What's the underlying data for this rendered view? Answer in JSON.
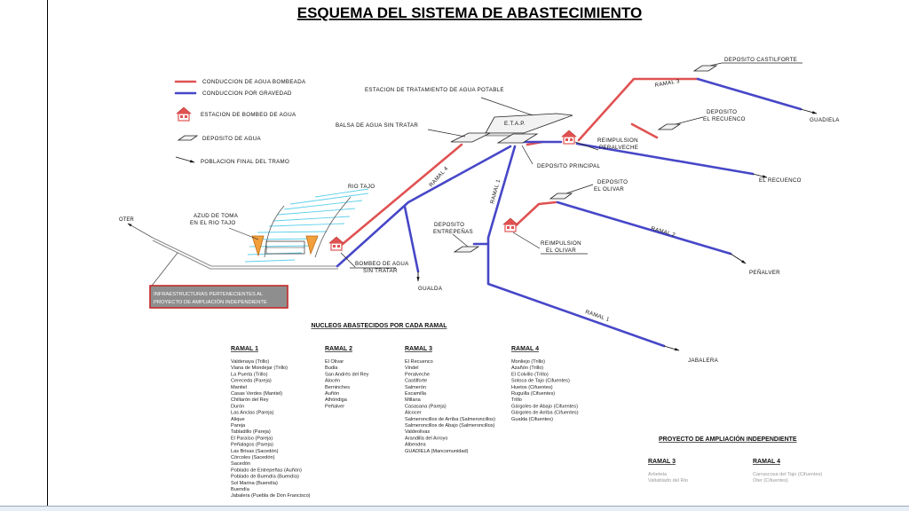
{
  "title": "ESQUEMA DEL SISTEMA DE ABASTECIMIENTO",
  "legend": {
    "pumped": "CONDUCCION DE AGUA BOMBEADA",
    "gravity": "CONDUCCION POR GRAVEDAD",
    "pump_station": "ESTACION DE BOMBEO DE AGUA",
    "deposit": "DEPOSITO DE AGUA",
    "final_town": "POBLACION FINAL DEL TRAMO",
    "colors": {
      "pumped": "#e05252",
      "gravity": "#4747c8",
      "river": "#5ed0ea",
      "infra_box": "#8e8e8e",
      "infra_border": "#c62828"
    }
  },
  "labels": {
    "etap_station": "ESTACION DE TRATAMIENTO DE AGUA POTABLE",
    "etap": "E.T.A.P.",
    "balsa": "BALSA DE AGUA SIN TRATAR",
    "deposito_principal": "DEPOSITO PRINCIPAL",
    "rio_tajo": "RIO TAJO",
    "azud_1": "AZUD DE TOMA",
    "azud_2": "EN EL RIO TAJO",
    "oter": "OTER",
    "bombeo_1": "BOMBEO DE AGUA",
    "bombeo_2": "SIN TRATAR",
    "gualda": "GUALDA",
    "ramal_4": "RAMAL 4",
    "ramal_1_vertical": "RAMAL 1",
    "dep_entrepenas_1": "DEPOSITO",
    "dep_entrepenas_2": "ENTREPEÑAS",
    "reimp_olivar_1": "REIMPULSION",
    "reimp_olivar_2": "EL OLIVAR",
    "dep_olivar_1": "DEPOSITO",
    "dep_olivar_2": "EL OLIVAR",
    "ramal_2": "RAMAL 2",
    "penalver": "PEÑALVER",
    "ramal_1_diag": "RAMAL 1",
    "jabalera": "JABALERA",
    "dep_castilforte": "DEPOSITO CASTILFORTE",
    "ramal_3": "RAMAL 3",
    "guadiela": "GUADIELA",
    "dep_recuenco_1": "DEPOSITO",
    "dep_recuenco_2": "EL RECUENCO",
    "reimp_peral_1": "REIMPULSION",
    "reimp_peral_2": "PERALVECHE",
    "el_recuenco": "EL RECUENCO",
    "infra_1": "INFRAESTRUCTURAS PERTENECIENTES AL",
    "infra_2": "PROYECTO DE AMPLIACIÓN INDEPENDIENTE"
  },
  "nucleos": {
    "heading": "NUCLEOS ABASTECIDOS POR CADA RAMAL",
    "ramal1": {
      "title": "RAMAL 1",
      "items": [
        "Valdenaya (Trillo)",
        "Viana de Mondejar (Trillo)",
        "La Puerta (Trillo)",
        "Cereceda (Pareja)",
        "Mantiel",
        "Casas Verdes (Mantiel)",
        "Chillarón del Rey",
        "Durón",
        "Las Anclas (Pareja)",
        "Alique",
        "Pareja",
        "Tabladillo (Pareja)",
        "El Paraíso (Pareja)",
        "Peñalagos (Pareja)",
        "Las Brisas (Sacedón)",
        "Córcoles (Sacedón)",
        "Sacedón",
        "Poblado de Entrepeñas (Auñón)",
        "Poblado de Buendía (Buendía)",
        "Sol Marina (Buendía)",
        "Buendía",
        "Jabalera (Puebla de Don Francisco)"
      ]
    },
    "ramal2": {
      "title": "RAMAL 2",
      "items": [
        "El Olivar",
        "Budia",
        "San Andrés del Rey",
        "Alocén",
        "Berninches",
        "Auñón",
        "Alhóndiga",
        "Peñalver"
      ]
    },
    "ramal3": {
      "title": "RAMAL 3",
      "items": [
        "El Recuenco",
        "Vindel",
        "Peralveche",
        "Castilforte",
        "Salmerón",
        "Escamilla",
        "Millana",
        "Casasana (Pareja)",
        "Alcocer",
        "Salmeroncillos de Arriba (Salmeroncillos)",
        "Salmeroncillos de Abajo (Salmeroncillos)",
        "Valdeolivas",
        "Arandilla del Arroyo",
        "Albendea",
        "GUADIELA (Mancomunidad)"
      ]
    },
    "ramal4": {
      "title": "RAMAL 4",
      "items": [
        "Monliejo (Trillo)",
        "Azañón (Trillo)",
        "El Colvillo (Trillo)",
        "Sotoca de Tajo (Cifuentes)",
        "Huetos (Cifuentes)",
        "Ruguilla (Cifuentes)",
        "Trillo",
        "Gárgoles de Abajo (Cifuentes)",
        "Gárgoles de Arriba (Cifuentes)",
        "Gualda (Cifuentes)"
      ]
    }
  },
  "ampliacion": {
    "heading": "PROYECTO DE AMPLIACIÓN INDEPENDIENTE",
    "ramal3": {
      "title": "RAMAL 3",
      "items": [
        "Arbeteta",
        "Valtablado del Rio"
      ]
    },
    "ramal4": {
      "title": "RAMAL 4",
      "items": [
        "Carrascosa del Tajo (Cifuentes)",
        "Oter (Cifuentes)"
      ]
    }
  }
}
